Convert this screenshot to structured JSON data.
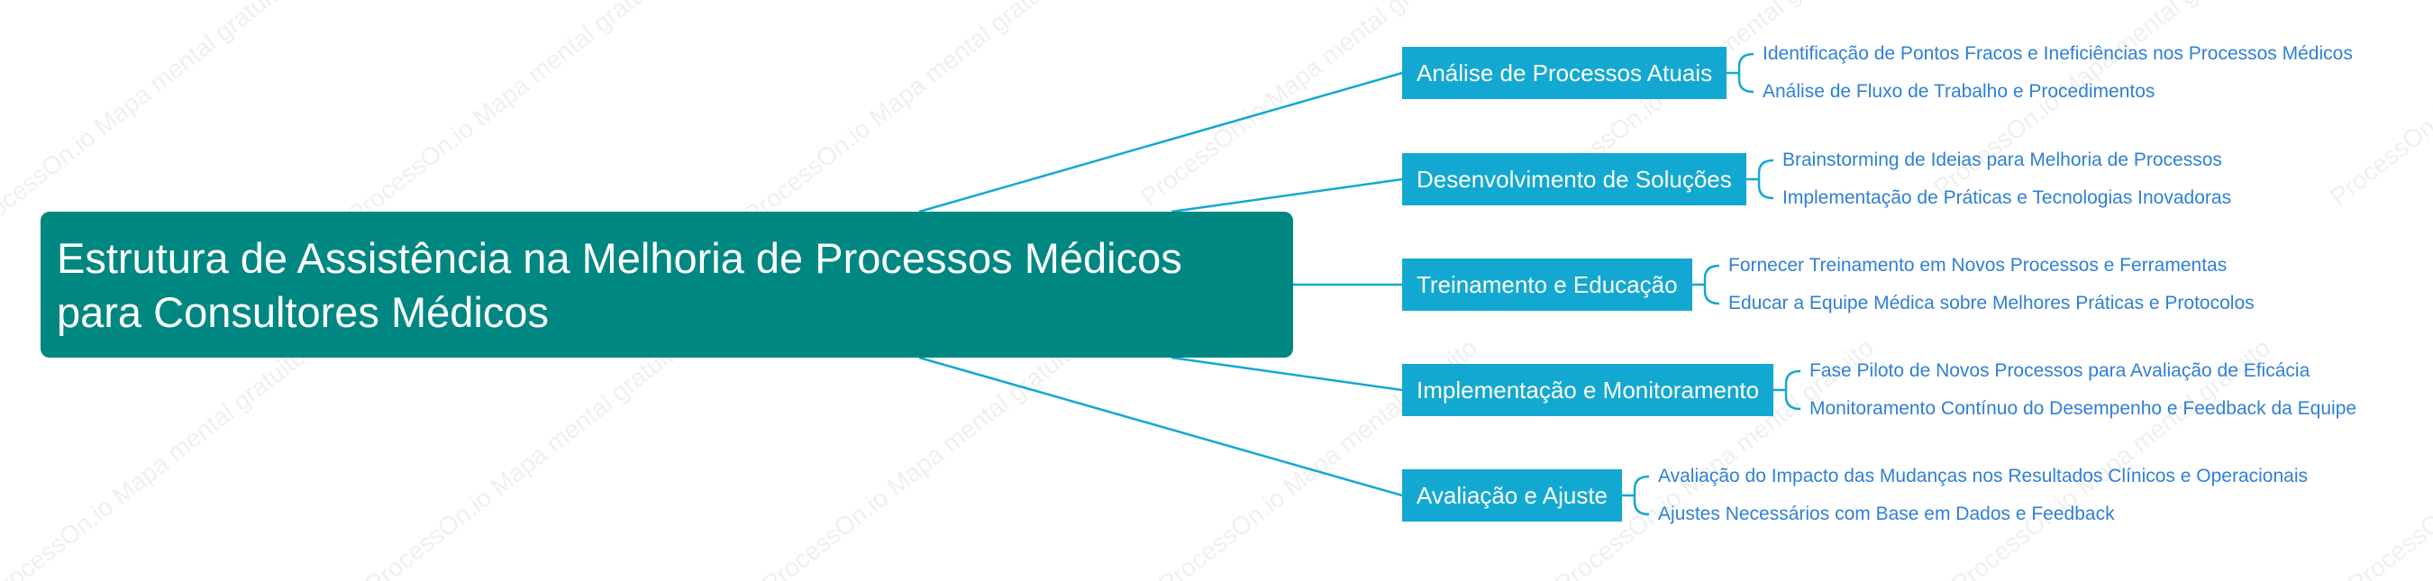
{
  "colors": {
    "root_bg": "#008781",
    "branch_bg": "#13a8d1",
    "connector": "#13a8d1",
    "leaf_text": "#2f7fd6",
    "text_on_fill": "#ffffff"
  },
  "watermark_text": "ProcessOn.io Mapa mental gratuito",
  "root": {
    "line1": "Estrutura de Assistência na Melhoria de Processos Médicos",
    "line2": "para Consultores Médicos"
  },
  "branches": [
    {
      "label": "Análise de Processos Atuais",
      "children": [
        "Identificação de Pontos Fracos e Ineficiências nos Processos Médicos",
        "Análise de Fluxo de Trabalho e Procedimentos"
      ]
    },
    {
      "label": "Desenvolvimento de Soluções",
      "children": [
        "Brainstorming de Ideias para Melhoria de Processos",
        "Implementação de Práticas e Tecnologias Inovadoras"
      ]
    },
    {
      "label": "Treinamento e Educação",
      "children": [
        "Fornecer Treinamento em Novos Processos e Ferramentas",
        "Educar a Equipe Médica sobre Melhores Práticas e Protocolos"
      ]
    },
    {
      "label": "Implementação e Monitoramento",
      "children": [
        "Fase Piloto de Novos Processos para Avaliação de Eficácia",
        "Monitoramento Contínuo do Desempenho e Feedback da Equipe"
      ]
    },
    {
      "label": "Avaliação e Ajuste",
      "children": [
        "Avaliação do Impacto das Mudanças nos Resultados Clínicos e Operacionais",
        "Ajustes Necessários com Base em Dados e Feedback"
      ]
    }
  ]
}
